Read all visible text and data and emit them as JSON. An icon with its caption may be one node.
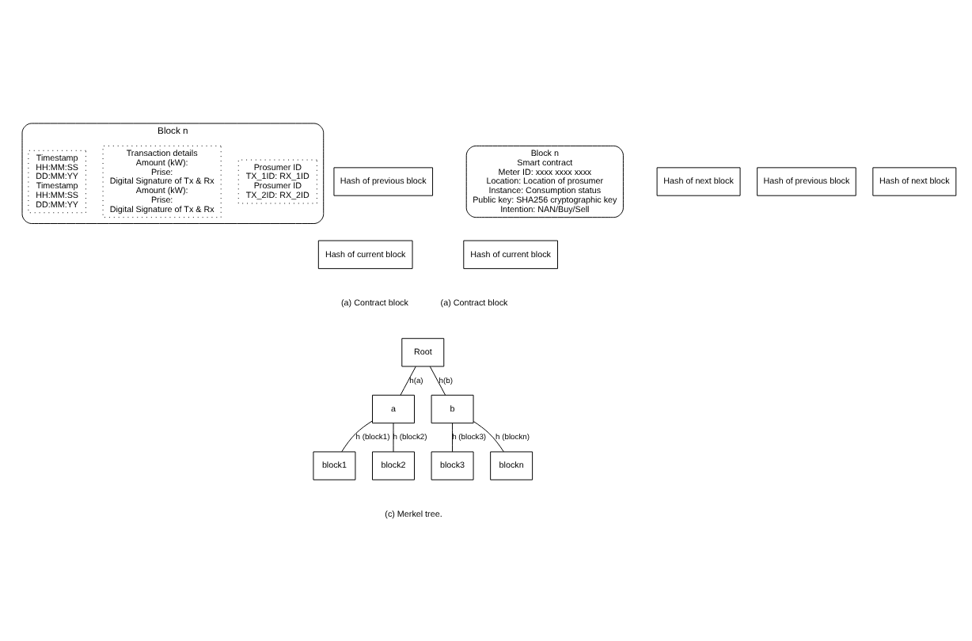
{
  "diagram": {
    "nodes": [
      {
        "text": [
          "Block n",
          "Smart contract",
          "Meter ID: xxxx xxxx xxxx",
          "Location: Location of prosumer",
          "Instance: Consumption status",
          "Public key: SHA256 cryptographic key",
          "Intention: NAN/Buy/Sell"
        ]
      },
      {
        "text": [
          "Hash of previous block"
        ]
      },
      {
        "text": [
          "Hash of next block"
        ]
      },
      {
        "text": [
          "Hash of current block"
        ]
      },
      {
        "text": [
          "Block n"
        ]
      },
      {
        "text": [
          "Prosumer ID",
          "TX_1ID: RX_1ID",
          "Prosumer ID",
          "TX_2ID: RX_2ID"
        ],
        "in": 4
      },
      {
        "text": [
          "Transaction details",
          "Amount (kW):",
          "Prise:",
          "Digital Signature of Tx & Rx",
          "Amount (kW):",
          "Prise:",
          "Digital Signature of Tx & Rx"
        ],
        "in": 4
      },
      {
        "text": [
          "Timestamp",
          "HH:MM:SS",
          "DD:MM:YY",
          "Timestamp",
          "HH:MM:SS",
          "DD:MM:YY"
        ],
        "in": 4
      },
      {
        "text": [
          "Hash of previous block"
        ]
      },
      {
        "text": [
          "Hash of next block"
        ]
      },
      {
        "text": [
          "Hash of current block"
        ]
      },
      {
        "text": [
          "Root"
        ]
      },
      {
        "text": [
          "a"
        ]
      },
      {
        "text": [
          "b"
        ]
      },
      {
        "text": [
          "block1"
        ]
      },
      {
        "text": [
          "block2"
        ]
      },
      {
        "text": [
          "block3"
        ]
      },
      {
        "text": [
          "blockn"
        ]
      }
    ],
    "edges": [
      {
        "from": 11,
        "to": 12,
        "arrow": "none",
        "label": "h(a)"
      },
      {
        "from": 11,
        "to": 13,
        "arrow": "none",
        "label": "h(b)"
      },
      {
        "from": 12,
        "to": 14,
        "arrow": "none",
        "label": "h (block1)"
      },
      {
        "from": 12,
        "to": 15,
        "arrow": "none",
        "label": "h (block2)"
      },
      {
        "from": 13,
        "to": 16,
        "arrow": "none",
        "label": "h (block3)"
      },
      {
        "from": 13,
        "to": 17,
        "arrow": "none",
        "label": "h (blockn)"
      }
    ],
    "labels": [
      "(a) Contract block",
      "(a) Contract block",
      "(c) Merkel tree."
    ]
  }
}
